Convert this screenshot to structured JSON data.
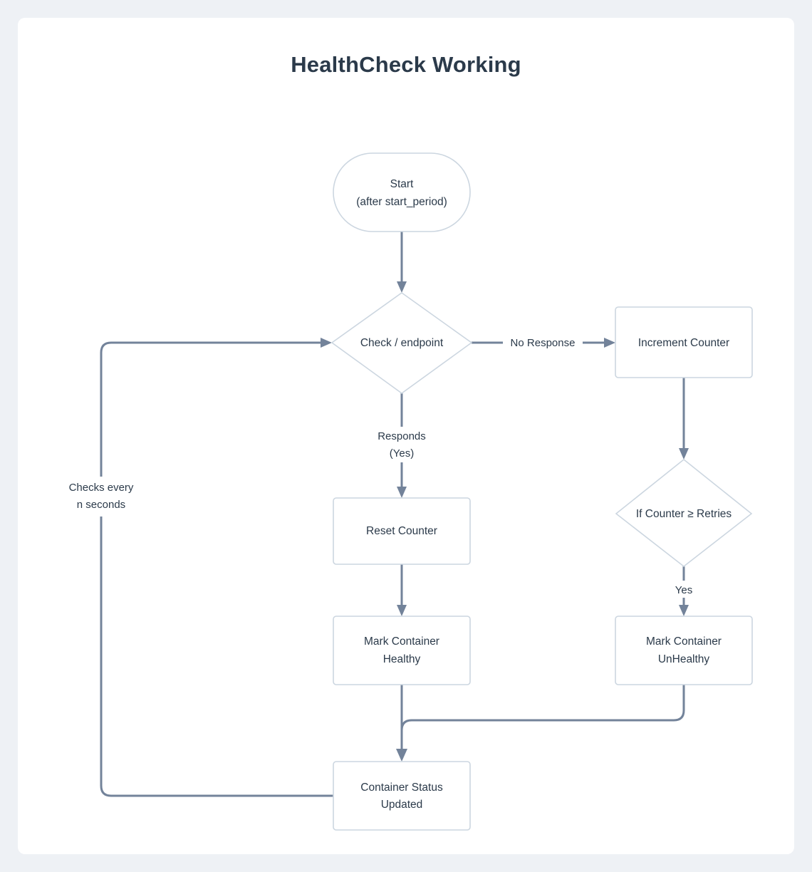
{
  "page": {
    "background_color": "#eef1f5",
    "card_color": "#ffffff"
  },
  "header": {
    "title": "HealthCheck Working"
  },
  "theme": {
    "node_border_color": "#ccd6e0",
    "node_fill_color": "#ffffff",
    "text_color": "#2b3a4a",
    "edge_color": "#73839a"
  },
  "chart_data": {
    "type": "diagram",
    "diagram_kind": "flowchart",
    "title": "HealthCheck Working",
    "direction": "top-down",
    "nodes": [
      {
        "id": "start",
        "shape": "stadium",
        "lines": [
          "Start",
          "(after start_period)"
        ]
      },
      {
        "id": "check",
        "shape": "diamond",
        "lines": [
          "Check / endpoint"
        ]
      },
      {
        "id": "increment",
        "shape": "rect",
        "lines": [
          "Increment Counter"
        ]
      },
      {
        "id": "reset",
        "shape": "rect",
        "lines": [
          "Reset Counter"
        ]
      },
      {
        "id": "retries",
        "shape": "diamond",
        "lines": [
          "If Counter ≥ Retries"
        ]
      },
      {
        "id": "healthy",
        "shape": "rect",
        "lines": [
          "Mark Container",
          "Healthy"
        ]
      },
      {
        "id": "unhealthy",
        "shape": "rect",
        "lines": [
          "Mark Container",
          "UnHealthy"
        ]
      },
      {
        "id": "status",
        "shape": "rect",
        "lines": [
          "Container Status",
          "Updated"
        ]
      }
    ],
    "edges": [
      {
        "from": "start",
        "to": "check",
        "label": ""
      },
      {
        "from": "check",
        "to": "increment",
        "label": "No Response"
      },
      {
        "from": "check",
        "to": "reset",
        "label": "Responds\n(Yes)",
        "label_lines": [
          "Responds",
          "(Yes)"
        ]
      },
      {
        "from": "increment",
        "to": "retries",
        "label": ""
      },
      {
        "from": "retries",
        "to": "unhealthy",
        "label": "Yes"
      },
      {
        "from": "reset",
        "to": "healthy",
        "label": ""
      },
      {
        "from": "healthy",
        "to": "status",
        "label": ""
      },
      {
        "from": "unhealthy",
        "to": "status",
        "label": ""
      },
      {
        "from": "status",
        "to": "check",
        "label": "Checks every\nn seconds",
        "label_lines": [
          "Checks every",
          "n seconds"
        ]
      }
    ]
  },
  "nodes": {
    "start": {
      "line1": "Start",
      "line2": "(after start_period)"
    },
    "check": {
      "line1": "Check / endpoint"
    },
    "increment": {
      "line1": "Increment Counter"
    },
    "reset": {
      "line1": "Reset Counter"
    },
    "retries": {
      "line1": "If Counter ≥ Retries"
    },
    "healthy": {
      "line1": "Mark Container",
      "line2": "Healthy"
    },
    "unhealthy": {
      "line1": "Mark Container",
      "line2": "UnHealthy"
    },
    "status": {
      "line1": "Container Status",
      "line2": "Updated"
    }
  },
  "edge_labels": {
    "no_response": "No Response",
    "responds_1": "Responds",
    "responds_2": "(Yes)",
    "yes": "Yes",
    "loop_1": "Checks every",
    "loop_2": "n seconds"
  }
}
